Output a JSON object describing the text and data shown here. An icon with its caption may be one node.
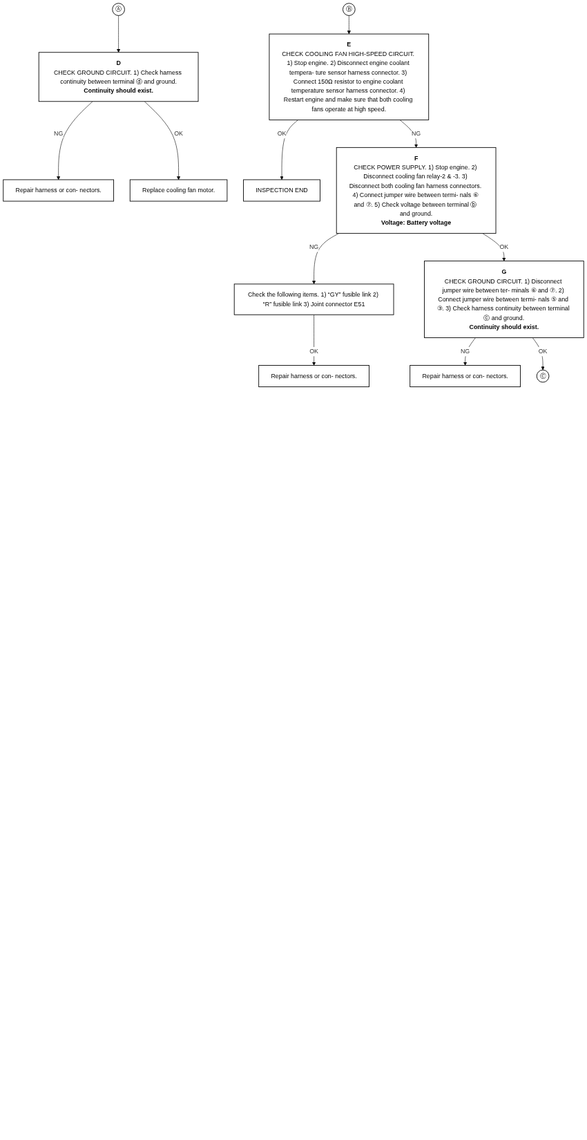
{
  "diagram": {
    "nodes": [
      {
        "text": [
          "Ⓐ"
        ]
      },
      {
        "text": [
          "D",
          "CHECK GROUND CIRCUIT. 1) Check harness continuity between terminal ⓓ and ground.",
          "Continuity should exist."
        ]
      },
      {
        "text": [
          "Repair harness or con- nectors."
        ]
      },
      {
        "text": [
          "Replace cooling fan motor."
        ]
      },
      {
        "text": [
          "E",
          "CHECK COOLING FAN HIGH-SPEED CIRCUIT. 1) Stop engine. 2) Disconnect engine coolant tempera- ture sensor harness connector. 3) Connect 150Ω resistor to engine coolant temperature sensor harness connector. 4) Restart engine and make sure that both cooling fans operate at high speed."
        ]
      },
      {
        "text": [
          "Ⓑ"
        ]
      },
      {
        "text": [
          "INSPECTION END"
        ]
      },
      {
        "text": [
          "F",
          "CHECK POWER SUPPLY. 1) Stop engine. 2) Disconnect cooling fan relay-2 & -3. 3) Disconnect both cooling fan harness connectors. 4) Connect jumper wire between termi- nals ⑥ and ⑦. 5) Check voltage between terminal ⓑ and ground.",
          "Voltage: Battery voltage"
        ]
      },
      {
        "text": [
          "Check the following items. 1) “GY” fusible link 2) “R” fusible link 3) Joint connector E51"
        ]
      },
      {
        "text": [
          "Repair harness or con- nectors."
        ]
      },
      {
        "text": [
          "G",
          "CHECK GROUND CIRCUIT. 1) Disconnect jumper wire between ter- minals ⑥ and ⑦. 2) Connect jumper wire between termi- nals ⑤ and ③. 3) Check harness continuity between terminal ⓒ and ground.",
          "Continuity should exist."
        ]
      },
      {
        "text": [
          "Repair harness or con- nectors."
        ]
      },
      {
        "text": [
          "Ⓒ"
        ]
      }
    ],
    "edges": [
      {
        "from": 0,
        "to": 1,
        "arrow": "to"
      },
      {
        "from": 1,
        "to": 2,
        "arrow": "to",
        "label": "NG"
      },
      {
        "from": 1,
        "to": 3,
        "arrow": "to",
        "label": "OK"
      },
      {
        "from": 5,
        "to": 4,
        "arrow": "to"
      },
      {
        "from": 4,
        "to": 6,
        "arrow": "to",
        "label": "OK"
      },
      {
        "from": 4,
        "to": 7,
        "arrow": "to",
        "label": "NG"
      },
      {
        "from": 7,
        "to": 8,
        "arrow": "to",
        "label": "NG"
      },
      {
        "from": 8,
        "to": 9,
        "arrow": "to",
        "label": "OK"
      },
      {
        "from": 7,
        "to": 10,
        "arrow": "to",
        "label": "OK"
      },
      {
        "from": 10,
        "to": 11,
        "arrow": "to",
        "label": "NG"
      },
      {
        "from": 10,
        "to": 12,
        "arrow": "to",
        "label": "OK"
      }
    ]
  }
}
